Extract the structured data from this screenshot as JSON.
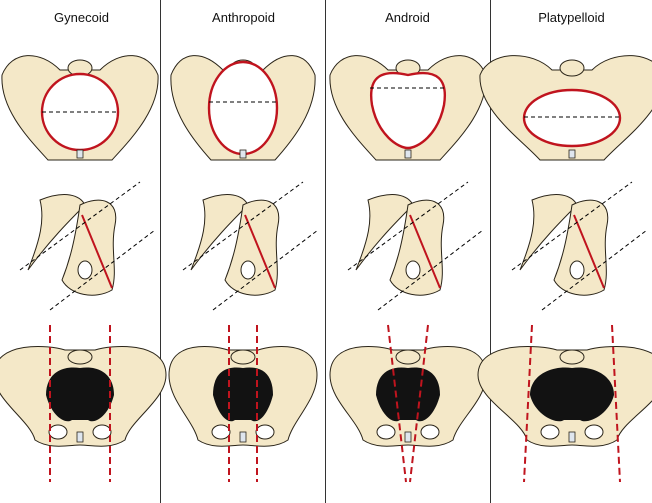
{
  "columns": [
    {
      "label": "Gynecoid"
    },
    {
      "label": "Anthropoid"
    },
    {
      "label": "Android"
    },
    {
      "label": "Platypelloid"
    }
  ],
  "colors": {
    "bone": "#f4e8c8",
    "outline": "#2a2418",
    "inlet_line": "#c0141e",
    "inlet_fill": "#121212",
    "divider": "#333333"
  }
}
